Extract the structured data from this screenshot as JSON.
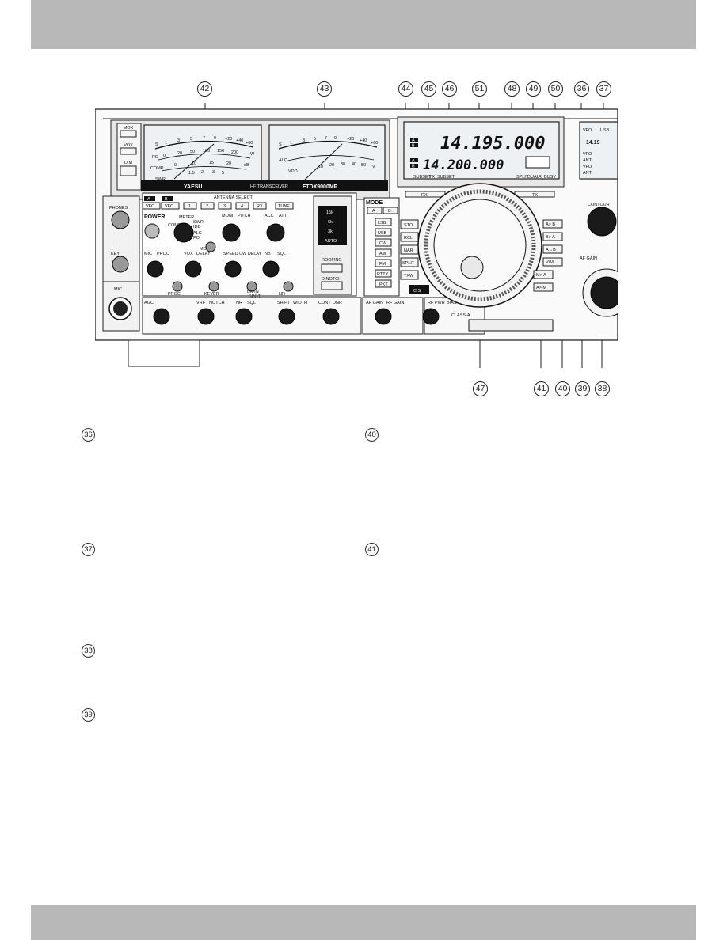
{
  "top_callouts": [
    "42",
    "43",
    "44",
    "45",
    "46",
    "51",
    "48",
    "49",
    "50",
    "36",
    "37"
  ],
  "bottom_callouts": [
    "47",
    "41",
    "40",
    "39",
    "38"
  ],
  "sections": [
    "36",
    "37",
    "38",
    "39",
    "40",
    "41"
  ],
  "panel": {
    "meter_buttons": [
      "MOX",
      "VOX",
      "DIM"
    ],
    "phones": "PHONES",
    "key": "KEY",
    "mic": "MIC",
    "power": "POWER",
    "meter_left_scale": [
      "S",
      "1",
      "3",
      "5",
      "7",
      "9",
      "+20",
      "+40",
      "+60",
      "PO",
      "0",
      "20",
      "50",
      "100",
      "150",
      "200",
      "W",
      "COMP",
      "0",
      "10",
      "15",
      "20",
      "dB",
      "SWR",
      "1",
      "1.5",
      "2",
      "3",
      "5"
    ],
    "meter_right_scale": [
      "S",
      "1",
      "3",
      "5",
      "7",
      "9",
      "+20",
      "+40",
      "+60",
      "ALC",
      "VDD",
      "10",
      "20",
      "30",
      "40",
      "50",
      "V"
    ],
    "brand": "YAESU",
    "model_sub": "HF TRANSCEIVER",
    "model": "FTDX9000MP",
    "antenna_select": "ANTENNA SELECT",
    "ant_keys": [
      "A",
      "B",
      "1",
      "2",
      "3",
      "4",
      "RX"
    ],
    "vfo_keys": [
      "VFO",
      "VFO",
      "TUNE"
    ],
    "row1_labels": [
      "METER",
      "MONI",
      "PITCH",
      "ACC",
      "ATT",
      "COMP",
      "IDD",
      "SWR",
      "ALC",
      "PO",
      "MONI"
    ],
    "row2_labels": [
      "MIC",
      "PROC",
      "VOX",
      "DELAY",
      "SPEED",
      "CW DELAY",
      "NB",
      "SQL",
      "PROC",
      "KEYER",
      "BK-IN",
      "SPOT",
      "NR"
    ],
    "row3_labels": [
      "AGC",
      "VRF",
      "NOTCH",
      "NR",
      "SQL",
      "SHIFT",
      "WIDTH",
      "CONT",
      "DNR",
      "AF GAIN",
      "RF GAIN",
      "RF PWR",
      "BIAS",
      "CLASS-A"
    ],
    "filter": [
      "15k",
      "6k",
      "3k",
      "AUTO",
      "ROOFING",
      "D NOTCH"
    ],
    "mode_title": "MODE",
    "mode_sub": [
      "A",
      "B"
    ],
    "modes": [
      "LSB",
      "USB",
      "CW",
      "AM",
      "FM",
      "RTTY",
      "PKT"
    ],
    "mem_keys": [
      "STO",
      "RCL",
      "NAR",
      "SPLIT",
      "TXW",
      "C.S"
    ],
    "rx": "RX",
    "tx": "TX",
    "vfo_ops": [
      "A> B",
      "B> A",
      "A↔B",
      "V/M",
      "M> A",
      "A> M"
    ],
    "freq_main": "14.195.000",
    "freq_sub": "14.200.000",
    "lcd_small_left": [
      "A",
      "B",
      "A",
      "B"
    ],
    "lcd_status": [
      "SUBSET",
      "TX",
      "SUBSET",
      "SPLIT",
      "DUAL",
      "RI BUSY"
    ],
    "right_lcd": [
      "VFO",
      "USB",
      "14.19",
      "VFO",
      "ANT",
      "VFO",
      "ANT"
    ],
    "contour": "CONTOUR",
    "af_gain": "AF GAIN"
  }
}
